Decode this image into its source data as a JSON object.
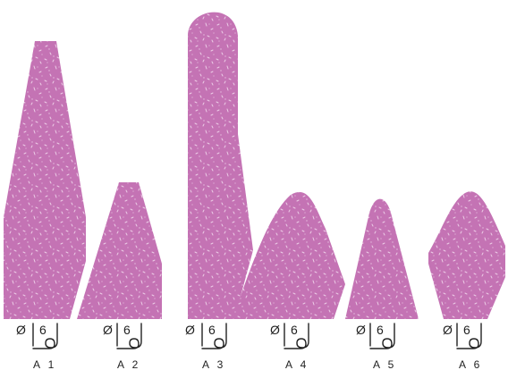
{
  "colors": {
    "stone": "#c473b4",
    "speckle": "#f3dcef",
    "ink": "#222222"
  },
  "shank": {
    "diameter_symbol": "Ø",
    "diameter_value": "6"
  },
  "stones": [
    {
      "id": "a1",
      "label": "A 1"
    },
    {
      "id": "a2",
      "label": "A 2"
    },
    {
      "id": "a3",
      "label": "A 3"
    },
    {
      "id": "a4",
      "label": "A 4"
    },
    {
      "id": "a5",
      "label": "A 5"
    },
    {
      "id": "a6",
      "label": "A 6"
    }
  ]
}
